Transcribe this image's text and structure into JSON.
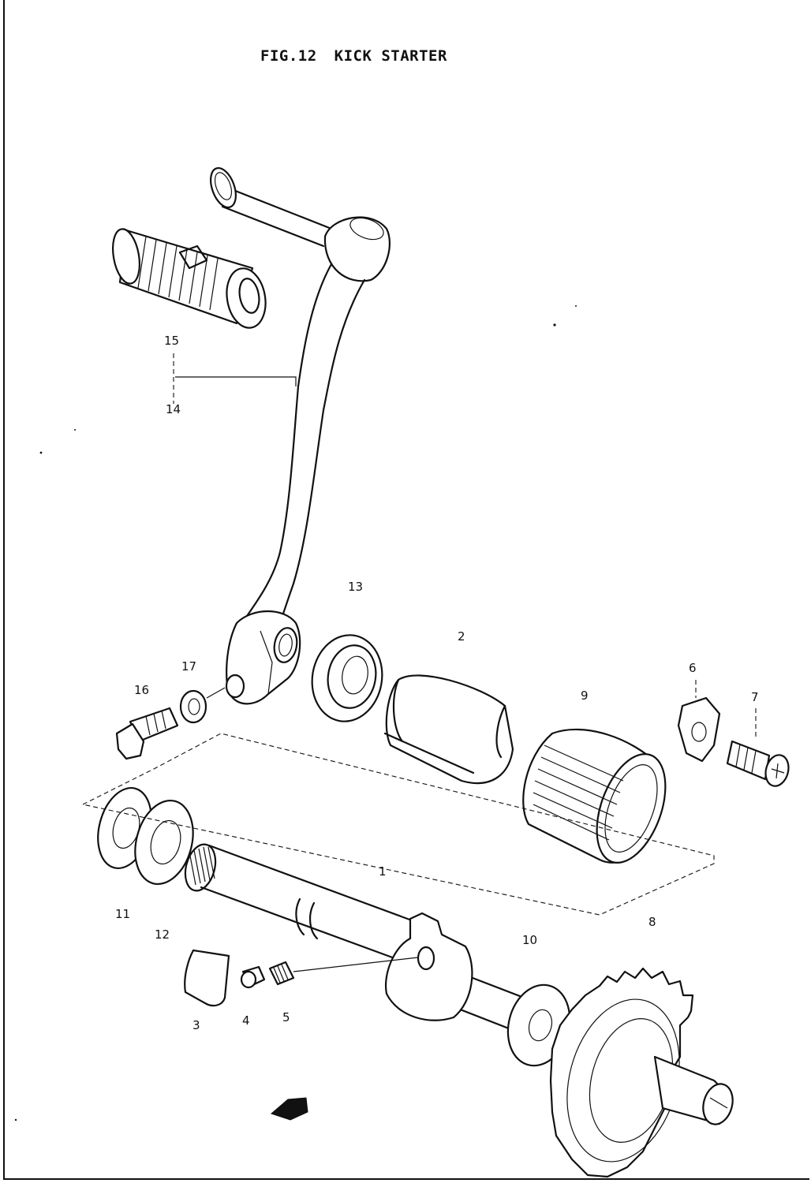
{
  "figure": {
    "number": "FIG.12",
    "title": "KICK STARTER"
  },
  "callouts": [
    {
      "id": "c1",
      "text": "1"
    },
    {
      "id": "c2",
      "text": "2"
    },
    {
      "id": "c3",
      "text": "3"
    },
    {
      "id": "c4",
      "text": "4"
    },
    {
      "id": "c5",
      "text": "5"
    },
    {
      "id": "c6",
      "text": "6"
    },
    {
      "id": "c7",
      "text": "7"
    },
    {
      "id": "c8",
      "text": "8"
    },
    {
      "id": "c9",
      "text": "9"
    },
    {
      "id": "c10",
      "text": "10"
    },
    {
      "id": "c11",
      "text": "11"
    },
    {
      "id": "c12",
      "text": "12"
    },
    {
      "id": "c13",
      "text": "13"
    },
    {
      "id": "c14",
      "text": "14"
    },
    {
      "id": "c15",
      "text": "15"
    },
    {
      "id": "c16",
      "text": "16"
    },
    {
      "id": "c17",
      "text": "17"
    }
  ]
}
